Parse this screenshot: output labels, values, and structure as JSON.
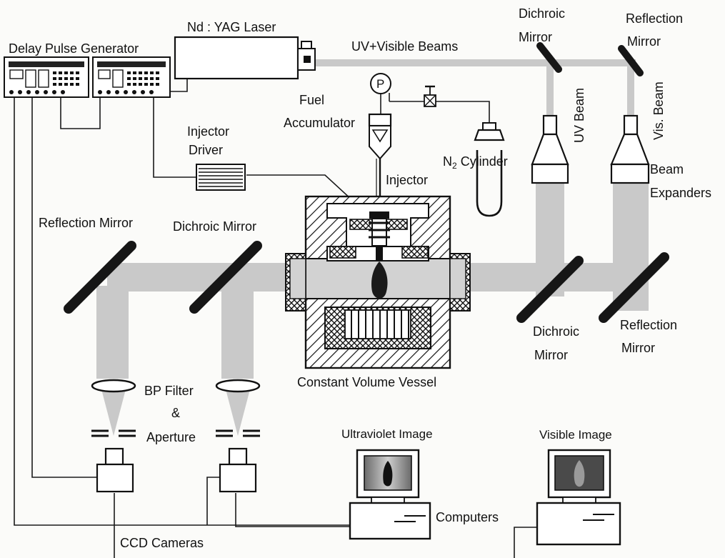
{
  "labels": {
    "delay_pulse_generator": "Delay Pulse Generator",
    "laser": "Nd : YAG Laser",
    "uv_visible_beams": "UV+Visible Beams",
    "dichroic_mirror_top_1": "Dichroic",
    "dichroic_mirror_top_2": "Mirror",
    "reflection_mirror_top_1": "Reflection",
    "reflection_mirror_top_2": "Mirror",
    "uv_beam": "UV Beam",
    "vis_beam": "Vis. Beam",
    "fuel_accumulator_1": "Fuel",
    "fuel_accumulator_2": "Accumulator",
    "pressure_gauge": "P",
    "n2_cylinder_prefix": "N",
    "n2_cylinder_sub": "2",
    "n2_cylinder_suffix": " Cylinder",
    "injector_driver_1": "Injector",
    "injector_driver_2": "Driver",
    "injector": "Injector",
    "beam_expanders_1": "Beam",
    "beam_expanders_2": "Expanders",
    "reflection_mirror_left": "Reflection Mirror",
    "dichroic_mirror_left": "Dichroic Mirror",
    "dichroic_mirror_right_1": "Dichroic",
    "dichroic_mirror_right_2": "Mirror",
    "reflection_mirror_right_1": "Reflection",
    "reflection_mirror_right_2": "Mirror",
    "constant_volume_vessel": "Constant Volume Vessel",
    "bp_filter_1": "BP Filter",
    "bp_filter_2": "&",
    "bp_filter_3": "Aperture",
    "ultraviolet_image": "Ultraviolet Image",
    "visible_image": "Visible Image",
    "computers": "Computers",
    "ccd_cameras": "CCD Cameras"
  }
}
